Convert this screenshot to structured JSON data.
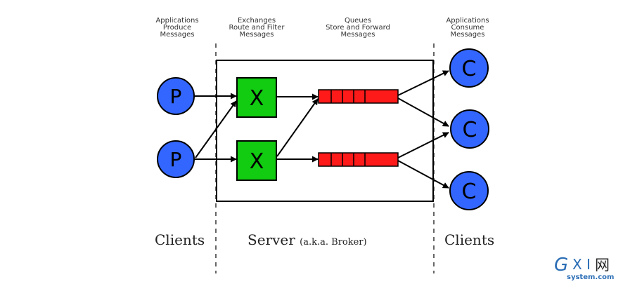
{
  "headings": {
    "producers": [
      "Applications",
      "Produce",
      "Messages"
    ],
    "exchanges": [
      "Exchanges",
      "Route and Filter",
      "Messages"
    ],
    "queues": [
      "Queues",
      "Store and Forward",
      "Messages"
    ],
    "consumers": [
      "Applications",
      "Consume",
      "Messages"
    ]
  },
  "labels": {
    "clients_left": "Clients",
    "server": "Server",
    "server_note": "(a.k.a. Broker)",
    "clients_right": "Clients"
  },
  "nodes": {
    "producer_letter": "P",
    "exchange_letter": "X",
    "consumer_letter": "C"
  },
  "colors": {
    "producer": "#3366ff",
    "consumer": "#3366ff",
    "exchange": "#11cc11",
    "queue": "#ff1a1a",
    "line": "#000000"
  },
  "watermark": {
    "logo_text": "GXI网",
    "site": "system.com"
  }
}
